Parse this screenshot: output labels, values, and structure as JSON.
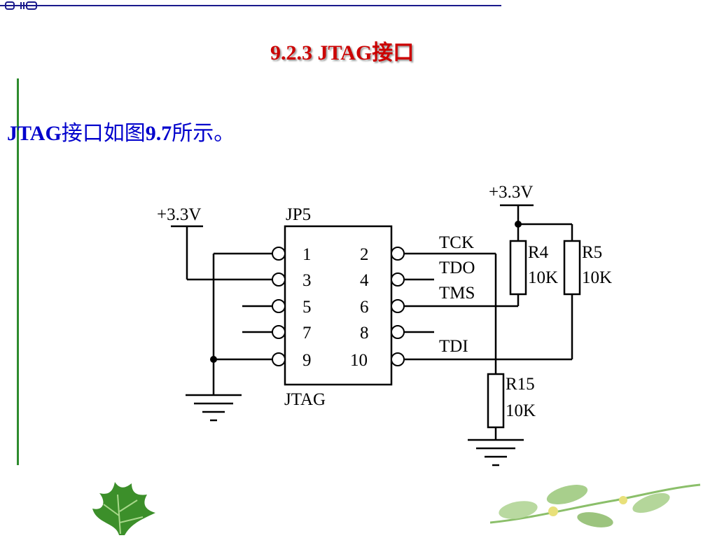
{
  "slide": {
    "title": "9.2.3 JTAG接口",
    "body_bold": "JTAG",
    "body_cjk1": "接口如图",
    "body_bold2": "9.7",
    "body_cjk2": "所示。"
  },
  "schematic": {
    "vcc_left": "+3.3V",
    "vcc_right": "+3.3V",
    "connector_ref": "JP5",
    "connector_name": "JTAG",
    "pins_left": [
      "1",
      "3",
      "5",
      "7",
      "9"
    ],
    "pins_right": [
      "2",
      "4",
      "6",
      "8",
      "10"
    ],
    "signals": {
      "tck": "TCK",
      "tdo": "TDO",
      "tms": "TMS",
      "tdi": "TDI"
    },
    "resistors": [
      {
        "ref": "R4",
        "value": "10K"
      },
      {
        "ref": "R5",
        "value": "10K"
      },
      {
        "ref": "R15",
        "value": "10K"
      }
    ]
  },
  "colors": {
    "title": "#cc0000",
    "body": "#0000cc",
    "accent_bar": "#2e8b2e",
    "rule": "#1a1a8c"
  }
}
